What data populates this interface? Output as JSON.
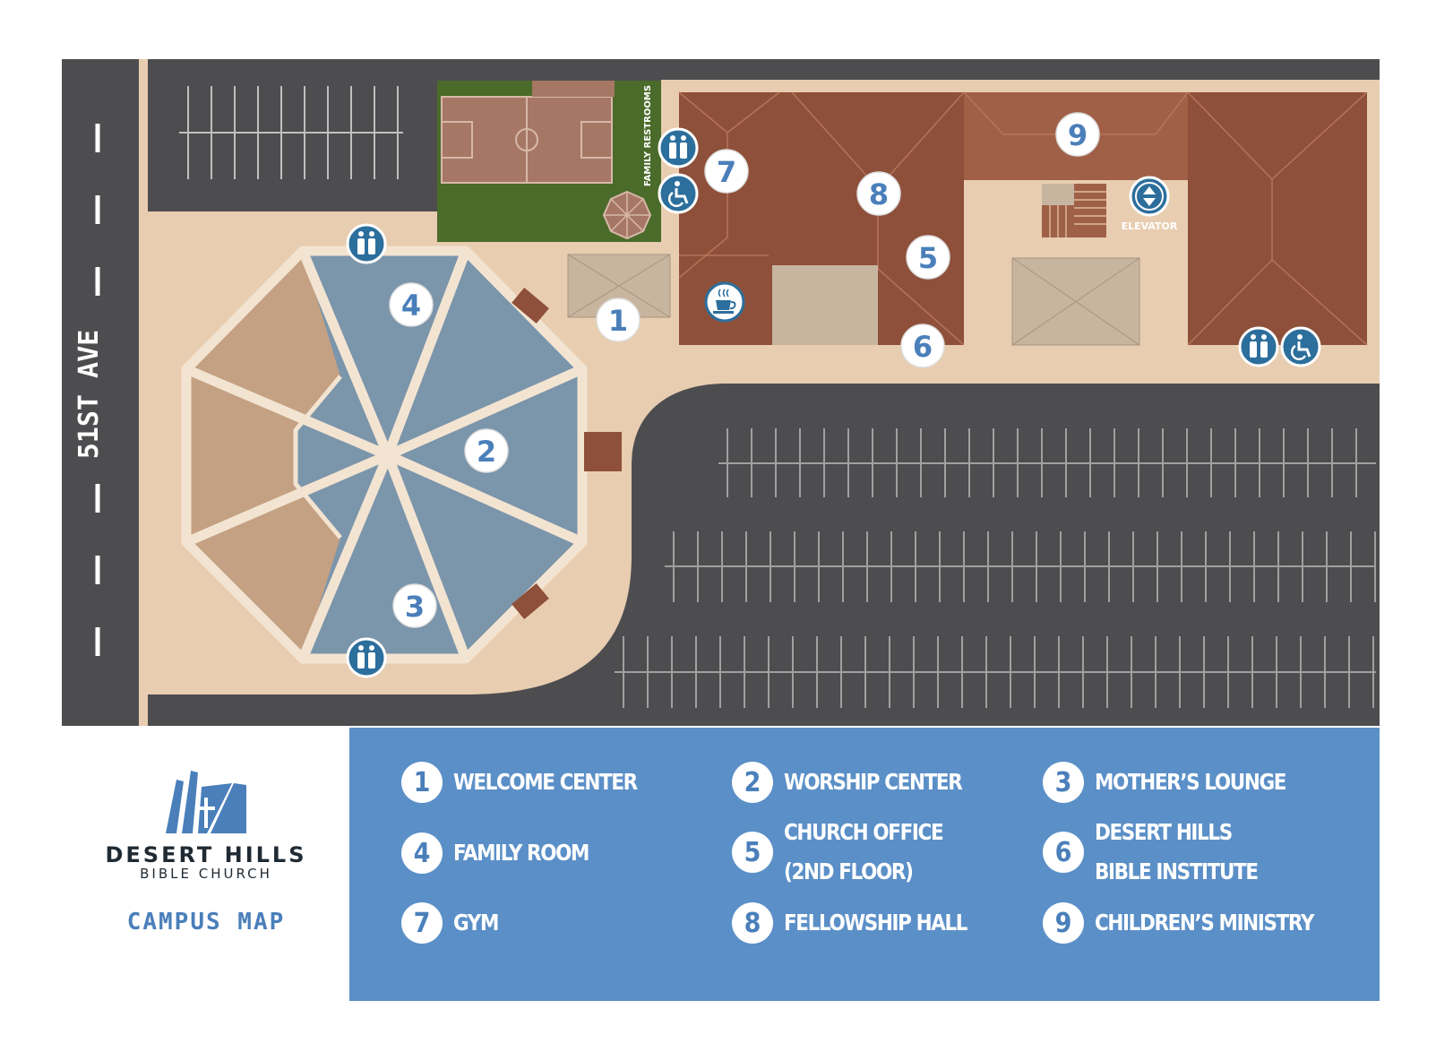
{
  "street": {
    "name": "51ST AVE"
  },
  "map_labels": {
    "family_restrooms": "FAMILY RESTROOMS",
    "elevator": "ELEVATOR"
  },
  "map_markers": [
    {
      "number": "1",
      "building": "welcome-center"
    },
    {
      "number": "2",
      "building": "worship-center"
    },
    {
      "number": "3",
      "building": "mothers-lounge"
    },
    {
      "number": "4",
      "building": "family-room"
    },
    {
      "number": "5",
      "building": "church-office"
    },
    {
      "number": "6",
      "building": "bible-institute"
    },
    {
      "number": "7",
      "building": "gym"
    },
    {
      "number": "8",
      "building": "fellowship-hall"
    },
    {
      "number": "9",
      "building": "childrens-ministry"
    }
  ],
  "icons": {
    "restroom": "restroom-icon",
    "accessible": "wheelchair-icon",
    "elevator": "elevator-icon",
    "coffee": "coffee-icon"
  },
  "brand": {
    "name": "DESERT HILLS",
    "subtitle": "BIBLE CHURCH",
    "map_title": "CAMPUS MAP"
  },
  "legend": [
    {
      "number": "1",
      "label": "WELCOME CENTER"
    },
    {
      "number": "2",
      "label": "WORSHIP CENTER"
    },
    {
      "number": "3",
      "label": "MOTHER’S LOUNGE"
    },
    {
      "number": "4",
      "label": "FAMILY ROOM"
    },
    {
      "number": "5",
      "label": "CHURCH OFFICE\n(2ND FLOOR)"
    },
    {
      "number": "6",
      "label": "DESERT HILLS\nBIBLE INSTITUTE"
    },
    {
      "number": "7",
      "label": "GYM"
    },
    {
      "number": "8",
      "label": "FELLOWSHIP HALL"
    },
    {
      "number": "9",
      "label": "CHILDREN’S MINISTRY"
    }
  ],
  "colors": {
    "asphalt": "#4d4d4f",
    "sidewalk": "#e8cdb0",
    "building_brick": "#8e503a",
    "building_light": "#a06048",
    "sanctuary_blue": "#7b95ab",
    "sanctuary_tan": "#c4a183",
    "grass": "#4b6b2a",
    "court": "#a77766",
    "legend_blue": "#5b8fc7",
    "icon_blue": "#2c6e9c"
  }
}
